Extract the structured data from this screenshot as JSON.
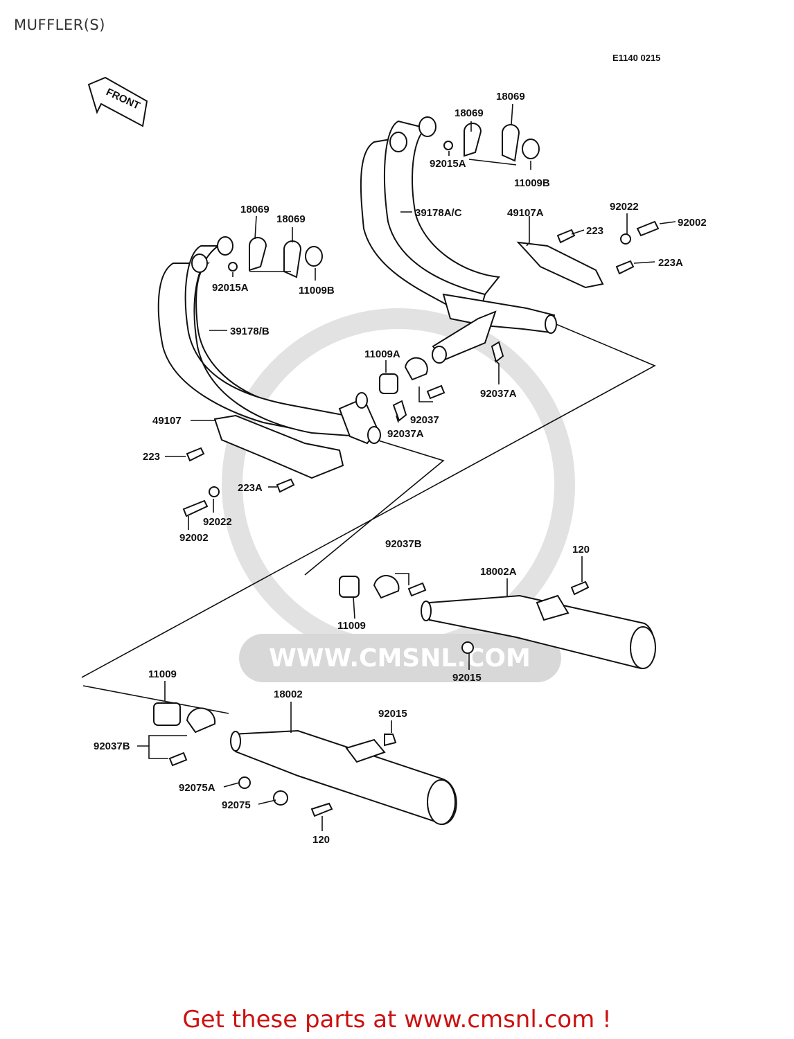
{
  "title": "MUFFLER(S)",
  "diagram_code": "E1140 0215",
  "front_label": "FRONT",
  "watermark": "WWW.CMSNL.COM",
  "cta": "Get these parts at www.cmsnl.com !",
  "labels": {
    "l1": "18069",
    "l2": "18069",
    "l3": "92015A",
    "l4": "11009B",
    "l5": "39178A/C",
    "l6": "49107A",
    "l7": "223",
    "l8": "92022",
    "l9": "92002",
    "l10": "223A",
    "l11": "18069",
    "l12": "18069",
    "l13": "92015A",
    "l14": "11009B",
    "l15": "39178/B",
    "l16": "11009A",
    "l17": "92037A",
    "l18": "49107",
    "l19": "92037",
    "l20": "92037A",
    "l21": "223",
    "l22": "223A",
    "l23": "92022",
    "l24": "92002",
    "l25": "92037B",
    "l26": "18002A",
    "l27": "120",
    "l28": "11009",
    "l29": "92015",
    "l30": "11009",
    "l31": "18002",
    "l32": "92015",
    "l33": "92037B",
    "l34": "92075A",
    "l35": "92075",
    "l36": "120"
  }
}
